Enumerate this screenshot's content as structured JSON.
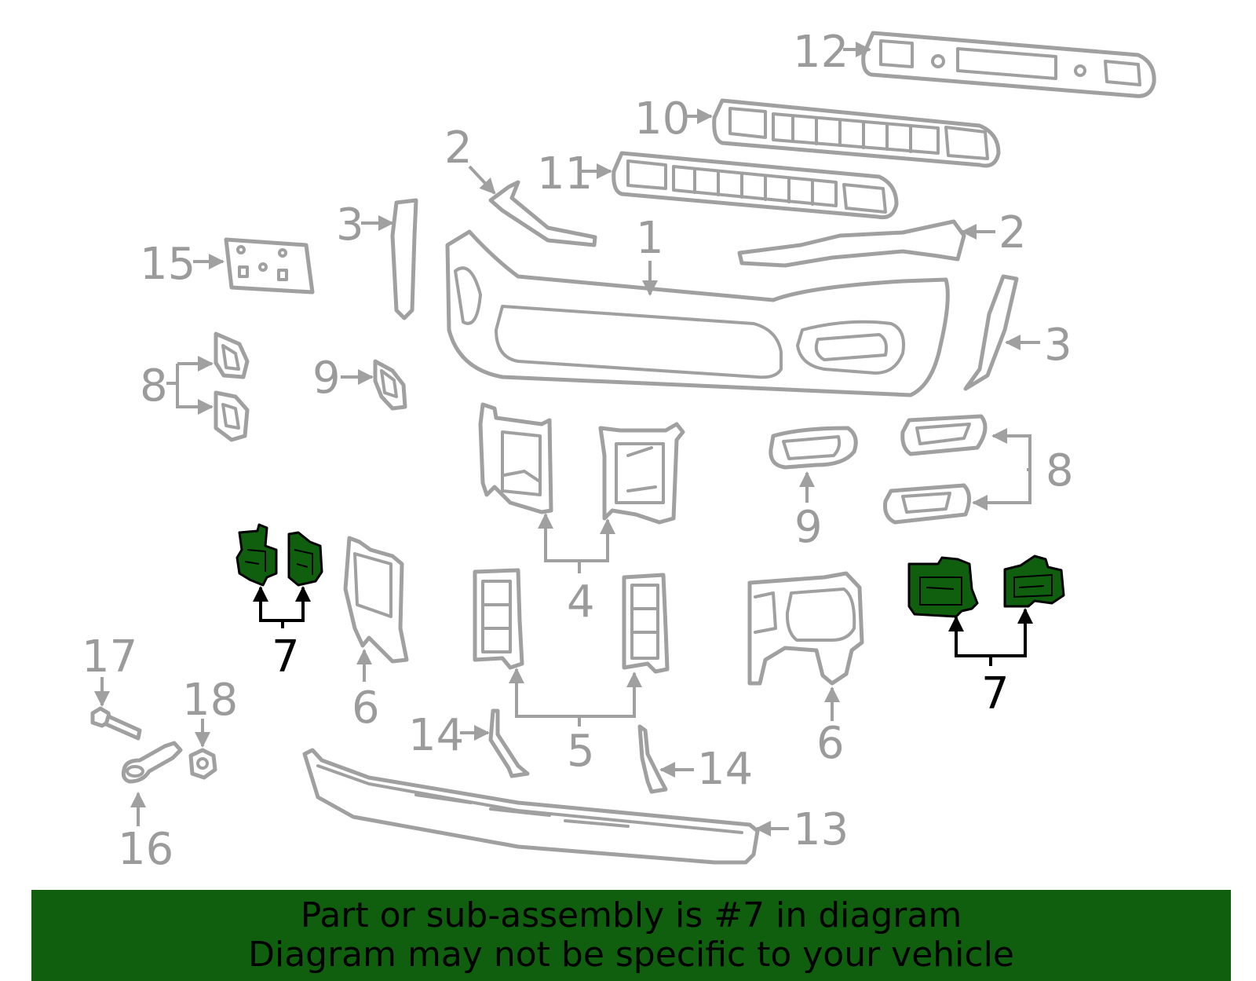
{
  "diagram": {
    "callouts": {
      "c1": "1",
      "c2a": "2",
      "c2b": "2",
      "c3a": "3",
      "c3b": "3",
      "c4": "4",
      "c5": "5",
      "c6a": "6",
      "c6b": "6",
      "c7a": "7",
      "c7b": "7",
      "c8a": "8",
      "c8b": "8",
      "c9a": "9",
      "c9b": "9",
      "c10": "10",
      "c11": "11",
      "c12": "12",
      "c13": "13",
      "c14a": "14",
      "c14b": "14",
      "c15": "15",
      "c16": "16",
      "c17": "17",
      "c18": "18"
    },
    "highlighted_part": "7",
    "highlight_color": "#0f5f0f",
    "part_color": "#a0a0a0"
  },
  "banner": {
    "line1": "Part or sub-assembly is #7 in diagram",
    "line2": "Diagram may not be specific to your vehicle",
    "background": "#0f5f0f"
  }
}
